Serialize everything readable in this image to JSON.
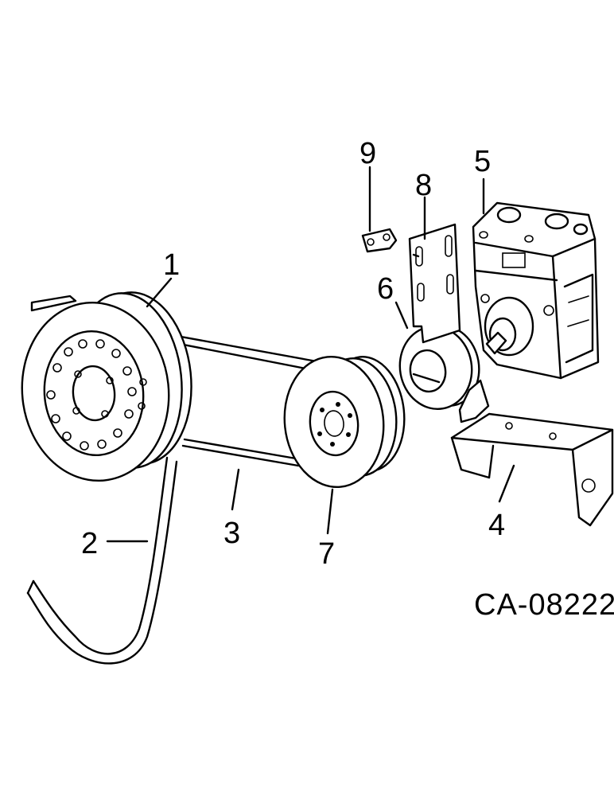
{
  "diagram": {
    "reference_code": "CA-08222",
    "callouts": {
      "c1": "1",
      "c2": "2",
      "c3": "3",
      "c4": "4",
      "c5": "5",
      "c6": "6",
      "c7": "7",
      "c8": "8",
      "c9": "9"
    }
  }
}
